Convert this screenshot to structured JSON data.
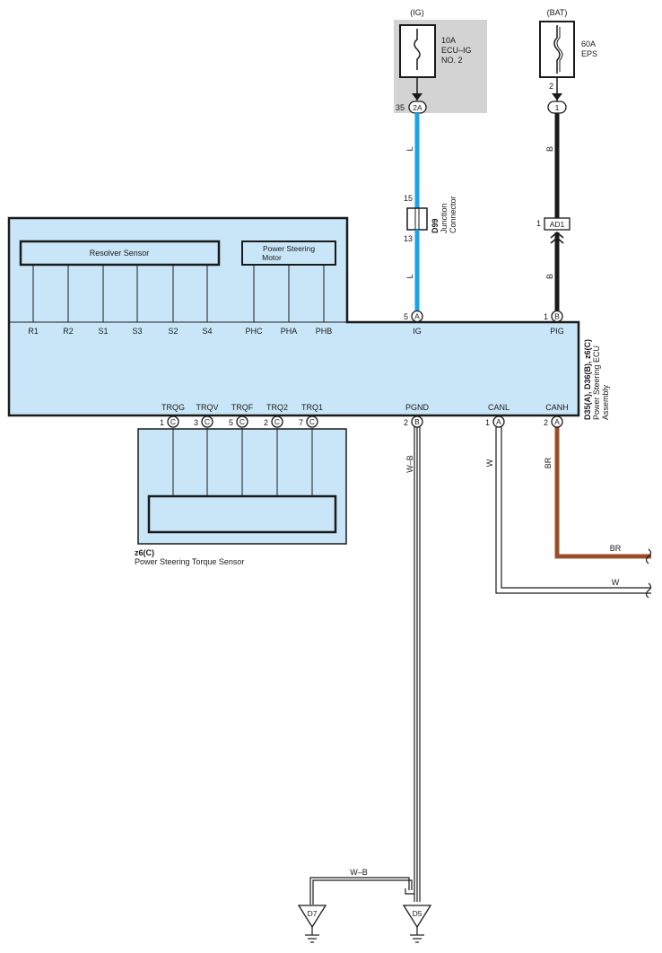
{
  "power_sources": {
    "ig": {
      "label": "(IG)",
      "fuse_amp": "10A",
      "fuse_name_1": "ECU–IG",
      "fuse_name_2": "NO. 2",
      "pin": "35",
      "connector": "2A"
    },
    "bat": {
      "label": "(BAT)",
      "fuse_amp": "60A",
      "fuse_name": "EPS",
      "pin_top": "2",
      "connector": "1"
    }
  },
  "junction": {
    "code": "D99",
    "name_1": "Junction",
    "name_2": "Connector",
    "pin_in": "15",
    "pin_out": "13"
  },
  "ad1": {
    "pin": "1",
    "name": "AD1"
  },
  "wire_colors": {
    "ig_upper": "L",
    "ig_lower": "L",
    "bat_upper": "B",
    "bat_lower": "B",
    "pgnd": "W–B",
    "canl": "W",
    "canh": "BR",
    "canh_out": "BR",
    "canl_out": "W",
    "ground_link": "W–B"
  },
  "ecu": {
    "codes": "D35(A), D36(B), z6(C)",
    "name_1": "Power Steering ECU",
    "name_2": "Assembly",
    "resolver_label": "Resolver Sensor",
    "motor_label_1": "Power Steering",
    "motor_label_2": "Motor",
    "top_terminals": [
      "R1",
      "R2",
      "S1",
      "S3",
      "S2",
      "S4",
      "PHC",
      "PHA",
      "PHB",
      "IG",
      "PIG"
    ],
    "ig_pin": {
      "num": "5",
      "conn": "A"
    },
    "pig_pin": {
      "num": "1",
      "conn": "B"
    },
    "bottom_terminals": [
      {
        "name": "TRQG",
        "num": "1",
        "conn": "C"
      },
      {
        "name": "TRQV",
        "num": "3",
        "conn": "C"
      },
      {
        "name": "TRQF",
        "num": "5",
        "conn": "C"
      },
      {
        "name": "TRQ2",
        "num": "2",
        "conn": "C"
      },
      {
        "name": "TRQ1",
        "num": "7",
        "conn": "C"
      },
      {
        "name": "PGND",
        "num": "2",
        "conn": "B"
      },
      {
        "name": "CANL",
        "num": "1",
        "conn": "A"
      },
      {
        "name": "CANH",
        "num": "2",
        "conn": "A"
      }
    ]
  },
  "torque_sensor": {
    "code": "z6(C)",
    "name": "Power Steering Torque Sensor"
  },
  "grounds": {
    "left": "D7",
    "right": "D5"
  },
  "colors": {
    "ecu_fill": "#c8e6f8",
    "ig_wire": "#1aa3e8",
    "canh_wire": "#a0522d",
    "fuse_bg": "#d3d3d3",
    "line": "#1a1a1a"
  }
}
